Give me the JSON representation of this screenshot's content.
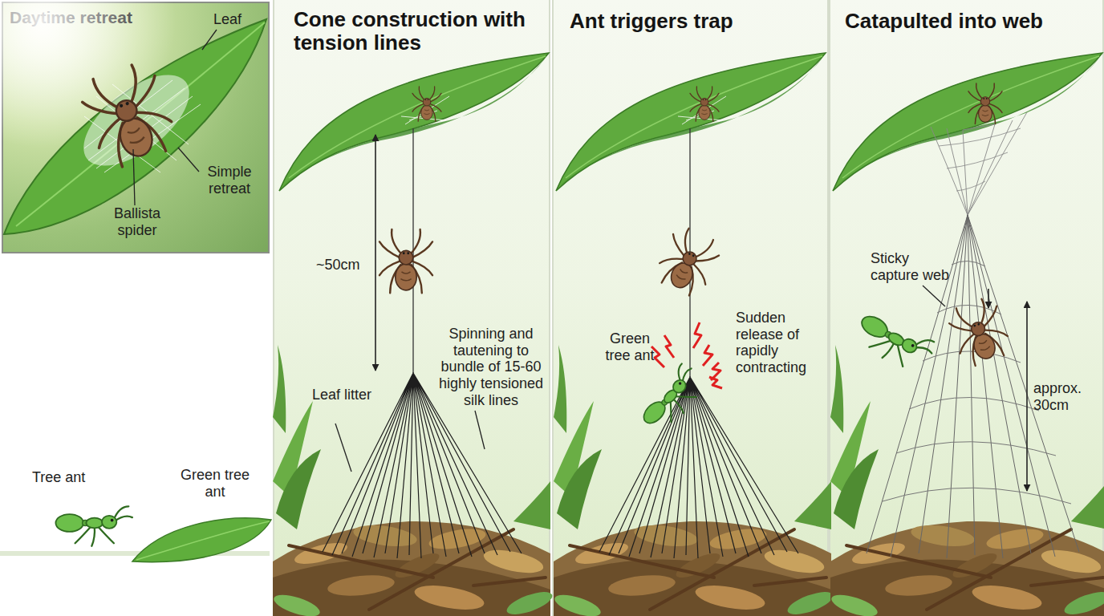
{
  "diagram": {
    "nodes": [
      {
        "text": [
          "Daytime retreat"
        ]
      },
      {
        "text": [
          "Cone construction with tension lines"
        ]
      },
      {
        "text": [
          "Ant triggers trap"
        ]
      },
      {
        "text": [
          "Catapulted into web"
        ]
      }
    ],
    "labels": [
      "Leaf",
      "Simple retreat",
      "Ballista spider",
      "Tree ant",
      "Green tree ant",
      "~50cm",
      "Spinning and tautening to bundle of 15-60 highly tensioned silk lines",
      "Leaf litter",
      "Green tree ant",
      "Sudden release of rapidly contracting",
      "Sticky capture web",
      "approx. 30cm"
    ]
  }
}
